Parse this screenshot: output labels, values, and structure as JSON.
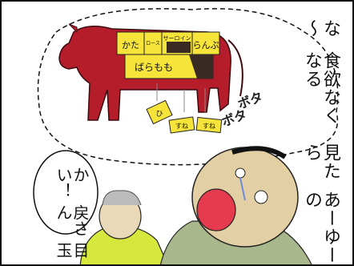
{
  "colors": {
    "background": "#ffffff",
    "frame": "#111111",
    "cow": "#b51d2a",
    "cut_label": "#f6e43a",
    "cut_dark": "#3a2a24",
    "old_man_shirt": "#d6e83c",
    "man_skin": "#e2cfa4",
    "man_mouth": "#e63b4f"
  },
  "thought_bubble": {
    "text_lines": [
      "あーゆーの",
      "見たら",
      "食欲なくなる",
      "な～"
    ]
  },
  "speech_bubble": {
    "text_lines": [
      "目玉",
      "戻さん",
      "かい！"
    ]
  },
  "sfx": {
    "drip1": "ボタ",
    "drip2": "ボタ"
  },
  "cow_cuts": {
    "kata": "かた",
    "rosu": "ロース",
    "sirloin": "サーロイン",
    "ranpu": "らんぷ",
    "baramomo": "ばらもも"
  },
  "falling_labels": {
    "a": "ひ",
    "b": "すね",
    "c": "すね"
  }
}
